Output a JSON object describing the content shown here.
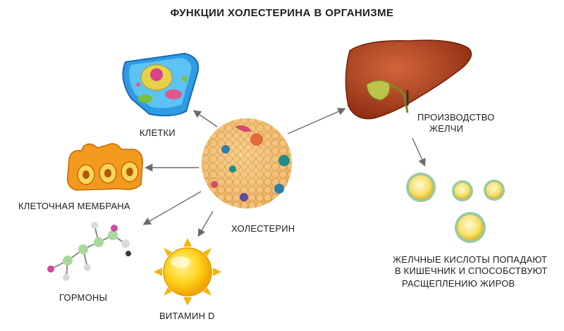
{
  "title": "ФУНКЦИИ ХОЛЕСТЕРИНА В ОРГАНИЗМЕ",
  "labels": {
    "cells": "КЛЕТКИ",
    "membrane": "КЛЕТОЧНАЯ МЕМБРАНА",
    "hormones": "ГОРМОНЫ",
    "vitamin_d": "ВИТАМИН D",
    "cholesterol": "ХОЛЕСТЕРИН",
    "bile_line1": "ПРОИЗВОДСТВО",
    "bile_line2": "ЖЕЛЧИ",
    "acids_line1": "ЖЕЛЧНЫЕ КИСЛОТЫ ПОПАДАЮТ",
    "acids_line2": "В КИШЕЧНИК И СПОСОБСТВУЮТ",
    "acids_line3": "РАСЩЕПЛЕНИЮ ЖИРОВ"
  },
  "colors": {
    "arrow": "#6b6b6b",
    "cholesterol": "#f2c27a",
    "liver": "#b5411f",
    "sun": "#ffcf1a",
    "cell_body": "#2f9be3",
    "membrane": "#f39a1e",
    "bile_acid": "#f7e37a"
  }
}
